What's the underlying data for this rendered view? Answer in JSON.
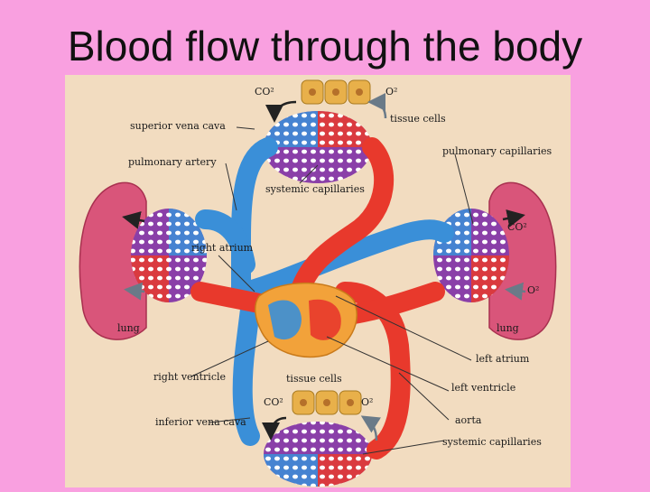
{
  "title": "Blood flow through the body",
  "labels": {
    "co2_top": "CO²",
    "o2_top": "O²",
    "tissue_cells_top": "tissue cells",
    "superior_vena_cava": "superior vena cava",
    "pulmonary_artery": "pulmonary artery",
    "systemic_capillaries_top": "systemic capillaries",
    "pulmonary_capillaries": "pulmonary capillaries",
    "right_atrium": "right atrium",
    "lung_left": "lung",
    "lung_right": "lung",
    "co2_right": "CO²",
    "o2_right": "O²",
    "left_atrium": "left atrium",
    "right_ventricle": "right ventricle",
    "tissue_cells_bottom": "tissue cells",
    "co2_bottom": "CO²",
    "o2_bottom": "O²",
    "left_ventricle": "left ventricle",
    "inferior_vena_cava": "inferior vena cava",
    "aorta": "aorta",
    "systemic_capillaries_bottom": "systemic capillaries"
  },
  "colors": {
    "background": "#f9a0e0",
    "panel": "#f2dcc0",
    "oxygenated": "#e8392c",
    "deoxygenated": "#3a8fd8",
    "capillary_mix": "#8a3fa8",
    "lung": "#d9557a",
    "heart": "#f2a23a",
    "cells": "#e8b04a"
  }
}
